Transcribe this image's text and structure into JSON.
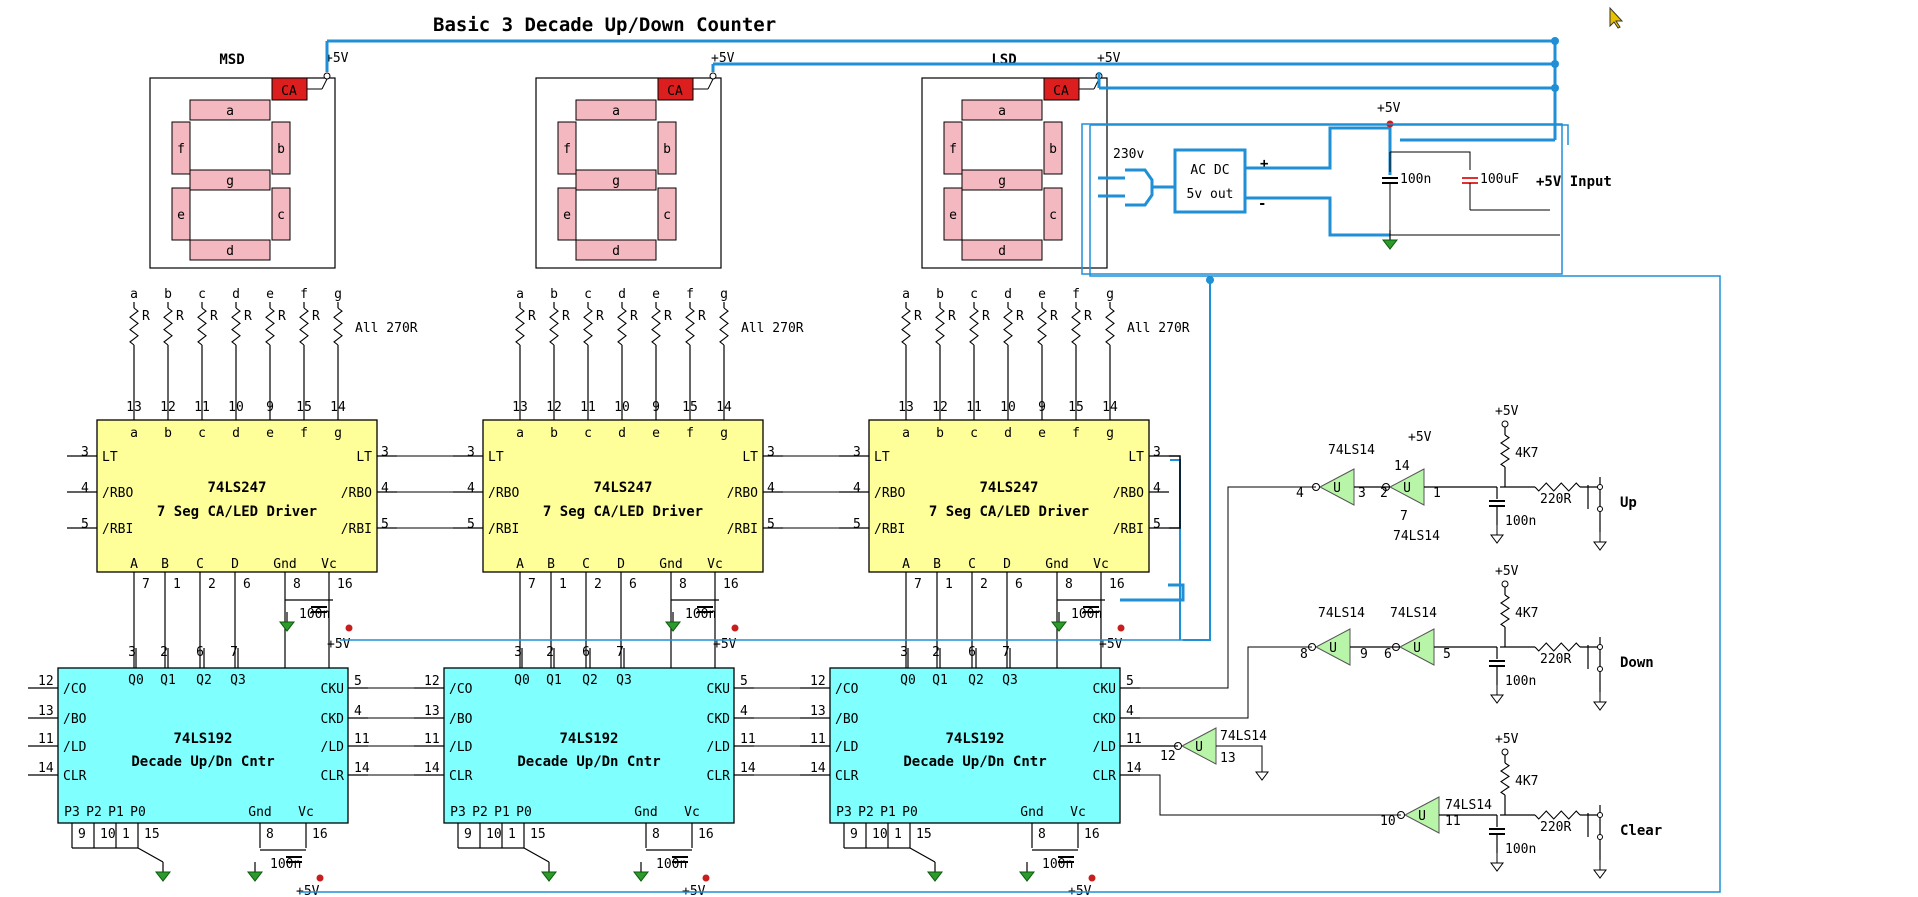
{
  "title": "Basic 3 Decade Up/Down Counter",
  "digits": [
    {
      "label": "MSD"
    },
    {
      "label": ""
    },
    {
      "label": "LSD"
    }
  ],
  "display": {
    "ca_label": "CA",
    "supply_label": "+5V",
    "segments": [
      "a",
      "b",
      "c",
      "d",
      "e",
      "f",
      "g"
    ]
  },
  "resistors": {
    "segment_labels": [
      "a",
      "b",
      "c",
      "d",
      "e",
      "f",
      "g"
    ],
    "r_label": "R",
    "note": "All 270R"
  },
  "driver": {
    "part": "74LS247",
    "desc": "7 Seg CA/LED Driver",
    "top_pins": [
      "a",
      "b",
      "c",
      "d",
      "e",
      "f",
      "g"
    ],
    "top_pin_nums": [
      "13",
      "12",
      "11",
      "10",
      "9",
      "15",
      "14"
    ],
    "left_pins": [
      "LT",
      "/RBO",
      "/RBI"
    ],
    "left_nums": [
      "3",
      "4",
      "5"
    ],
    "bottom_pins": [
      "A",
      "B",
      "C",
      "D",
      "Gnd",
      "Vc"
    ],
    "bottom_nums": [
      "7",
      "1",
      "2",
      "6",
      "8",
      "16"
    ],
    "cap": "100n",
    "supply": "+5V"
  },
  "counter": {
    "part": "74LS192",
    "desc": "Decade Up/Dn Cntr",
    "top_pins": [
      "Q0",
      "Q1",
      "Q2",
      "Q3"
    ],
    "top_nums": [
      "3",
      "2",
      "6",
      "7"
    ],
    "left_pins": [
      "/CO",
      "/BO",
      "/LD",
      "CLR"
    ],
    "left_nums": [
      "12",
      "13",
      "11",
      "14"
    ],
    "right_pins": [
      "CKU",
      "CKD",
      "/LD",
      "CLR"
    ],
    "right_nums": [
      "5",
      "4",
      "11",
      "14"
    ],
    "bottom_pins": [
      "P3",
      "P2",
      "P1",
      "P0",
      "Gnd",
      "Vc"
    ],
    "bottom_nums": [
      "9",
      "10",
      "1",
      "15",
      "8",
      "16"
    ],
    "cap": "100n",
    "supply": "+5V"
  },
  "psu": {
    "mains": "230v",
    "box_line1": "AC DC",
    "box_line2": "5v out",
    "plus": "+",
    "minus": "-",
    "supply": "+5V",
    "cap1": "100n",
    "cap2": "100uF",
    "input": "+5V  Input"
  },
  "buttons": [
    {
      "label": "Up"
    },
    {
      "label": "Down"
    },
    {
      "label": "Clear"
    }
  ],
  "inverter": {
    "part": "74LS14",
    "glyph": "U",
    "pullup": "4K7",
    "series": "220R",
    "cap": "100n",
    "supply": "+5V",
    "up_pins": [
      "4",
      "3",
      "2",
      "1",
      "14",
      "7"
    ],
    "down_pins": [
      "8",
      "9",
      "6",
      "5"
    ],
    "ld_pins": [
      "12",
      "13"
    ],
    "clr_pins": [
      "10",
      "11"
    ]
  },
  "colors": {
    "wire_blue": "#1f8fd6",
    "driver_fill": "#ffff99",
    "counter_fill": "#80ffff",
    "segment_fill": "#f4b8c0",
    "ca_fill": "#dd1e1e",
    "inverter_fill": "#b9f5a8",
    "ground_fill": "#2c9b2c",
    "cap_red": "#e03030"
  }
}
